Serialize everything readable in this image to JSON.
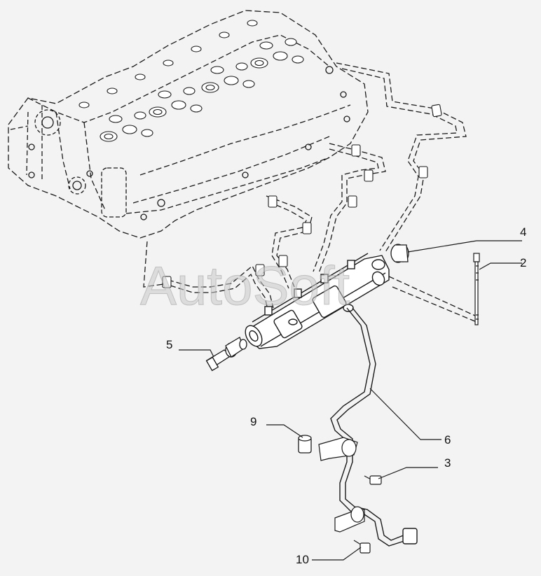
{
  "watermark": "AutoSoft",
  "callouts": {
    "c1": "2",
    "c2": "3",
    "c3": "4",
    "c4": "5",
    "c5": "6",
    "c6": "9",
    "c7": "10"
  },
  "colors": {
    "background": "#f3f3f3",
    "line": "#1a1a1a",
    "watermark": "#c8c8c8"
  }
}
